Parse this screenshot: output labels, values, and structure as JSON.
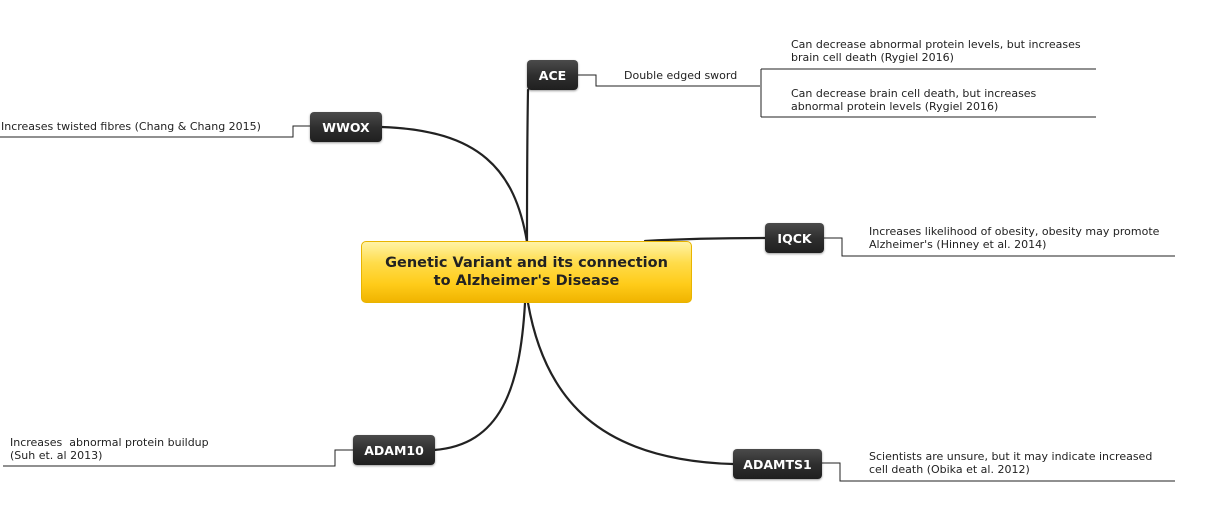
{
  "center": {
    "line1": "Genetic Variant and its connection",
    "line2": "to Alzheimer's Disease"
  },
  "nodes": {
    "ace": "ACE",
    "wwox": "WWOX",
    "iqck": "IQCK",
    "adam10": "ADAM10",
    "adamts1": "ADAMTS1"
  },
  "notes": {
    "ace_main": "Double edged sword",
    "ace_sub1_line1": "Can decrease abnormal protein levels, but increases",
    "ace_sub1_line2": "brain cell death (Rygiel 2016)",
    "ace_sub2_line1": "Can decrease brain cell death, but increases",
    "ace_sub2_line2": "abnormal protein levels (Rygiel 2016)",
    "wwox": "Increases twisted fibres (Chang & Chang 2015)",
    "iqck_line1": "Increases likelihood of obesity, obesity may promote",
    "iqck_line2": "Alzheimer's (Hinney et al. 2014)",
    "adam10_line1": "Increases  abnormal protein buildup",
    "adam10_line2": "(Suh et. al 2013)",
    "adamts1_line1": "Scientists are unsure, but it may indicate increased",
    "adamts1_line2": "cell death (Obika et al. 2012)"
  },
  "colors": {
    "center_fill": "#ffcc1a",
    "node_fill": "#2f2f2f",
    "node_text": "#ffffff",
    "line": "#222222"
  }
}
